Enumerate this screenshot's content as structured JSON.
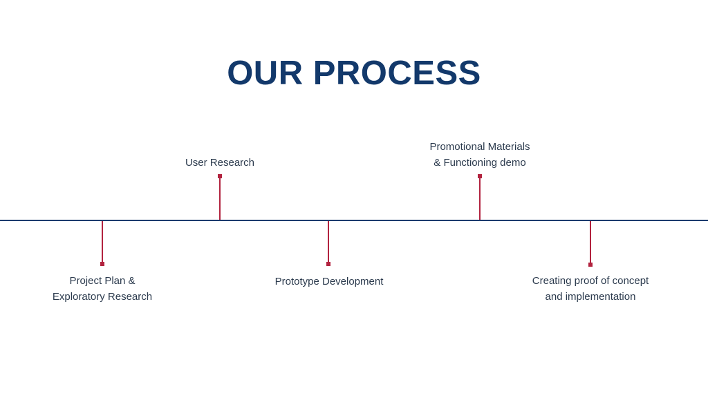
{
  "title": "OUR PROCESS",
  "colors": {
    "title": "#13396b",
    "timeline": "#1c3b6e",
    "marker": "#b2233f",
    "label": "#2b3a4d"
  },
  "steps": [
    {
      "lines": [
        "Project Plan &",
        "Exploratory Research"
      ],
      "side": "below"
    },
    {
      "lines": [
        "User Research"
      ],
      "side": "above"
    },
    {
      "lines": [
        "Prototype Development"
      ],
      "side": "below"
    },
    {
      "lines": [
        "Promotional Materials",
        "& Functioning demo"
      ],
      "side": "above"
    },
    {
      "lines": [
        "Creating proof of concept",
        "and implementation"
      ],
      "side": "below"
    }
  ]
}
